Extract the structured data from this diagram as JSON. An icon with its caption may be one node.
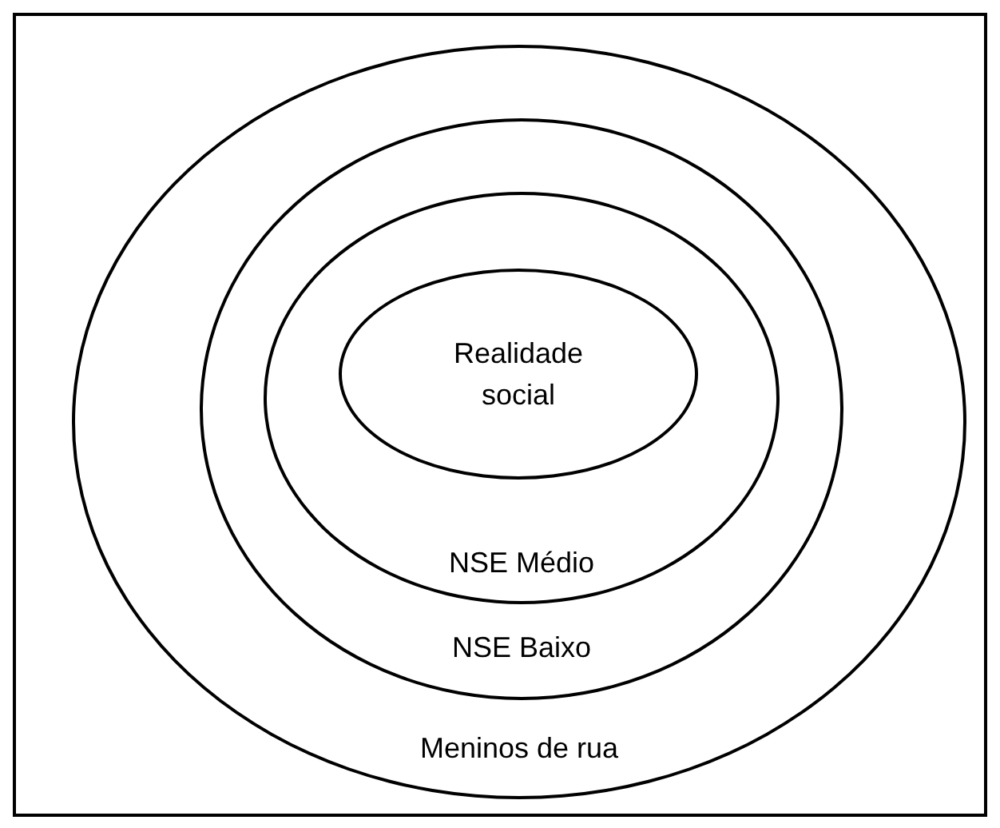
{
  "diagram": {
    "nodes": [
      {
        "text": [
          "Meninos de rua"
        ]
      },
      {
        "text": [
          "NSE Baixo"
        ],
        "in": 0
      },
      {
        "text": [
          "NSE Médio"
        ],
        "in": 1
      },
      {
        "text": [
          "Realidade social"
        ],
        "in": 2
      }
    ]
  }
}
